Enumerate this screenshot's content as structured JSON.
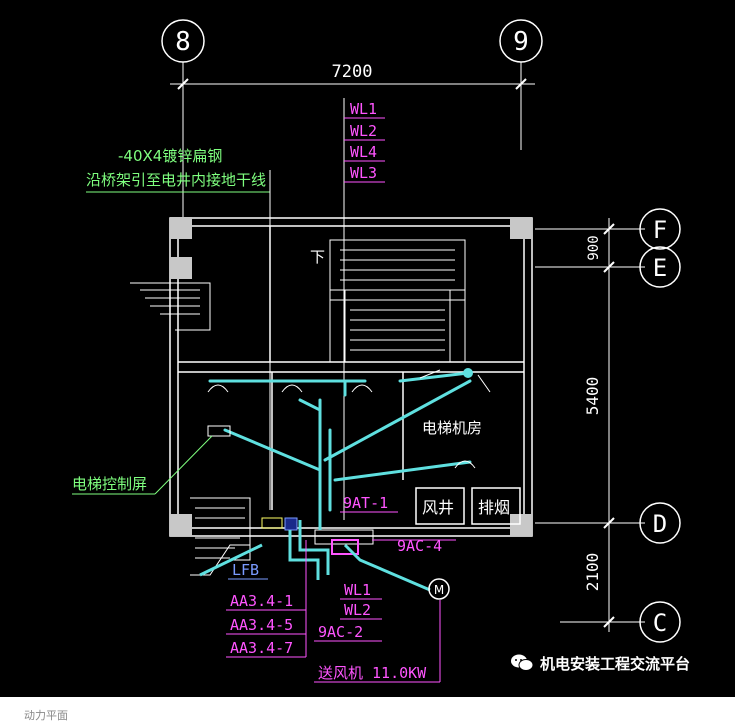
{
  "grid": {
    "axis_8": "8",
    "axis_9": "9",
    "axis_f": "F",
    "axis_e": "E",
    "axis_d": "D",
    "axis_c": "C"
  },
  "dimensions": {
    "span_8_9": "7200",
    "span_f_e": "900",
    "span_e_d": "5400",
    "span_d_c": "2100"
  },
  "cables_top": [
    "WL1",
    "WL2",
    "WL4",
    "WL3"
  ],
  "labels": {
    "grounding_line1": "-40X4镀锌扁钢",
    "grounding_line2": "沿桥架引至电井内接地干线",
    "stair_down": "下",
    "elevator_room": "电梯机房",
    "elevator_panel": "电梯控制屏",
    "panel_9at1": "9AT-1",
    "panel_9ac4": "9AC-4",
    "wind_shaft": "风井",
    "smoke_exhaust": "排烟",
    "lfb": "LFB",
    "aa1": "AA3.4-1",
    "aa5": "AA3.4-5",
    "aa7": "AA3.4-7",
    "wl1_bottom": "WL1",
    "wl2_bottom": "WL2",
    "panel_9ac2": "9AC-2",
    "fan": "送风机 11.0KW",
    "motor": "M"
  },
  "watermark": "机电安装工程交流平台",
  "caption": "动力平面",
  "colors": {
    "background": "#000000",
    "dimension": "#ffffff",
    "text_green": "#7fff7f",
    "text_magenta": "#ff55ff",
    "cable_cyan": "#5fe0e0",
    "text_blue": "#7a9bff",
    "column": "#c8c8c8"
  }
}
